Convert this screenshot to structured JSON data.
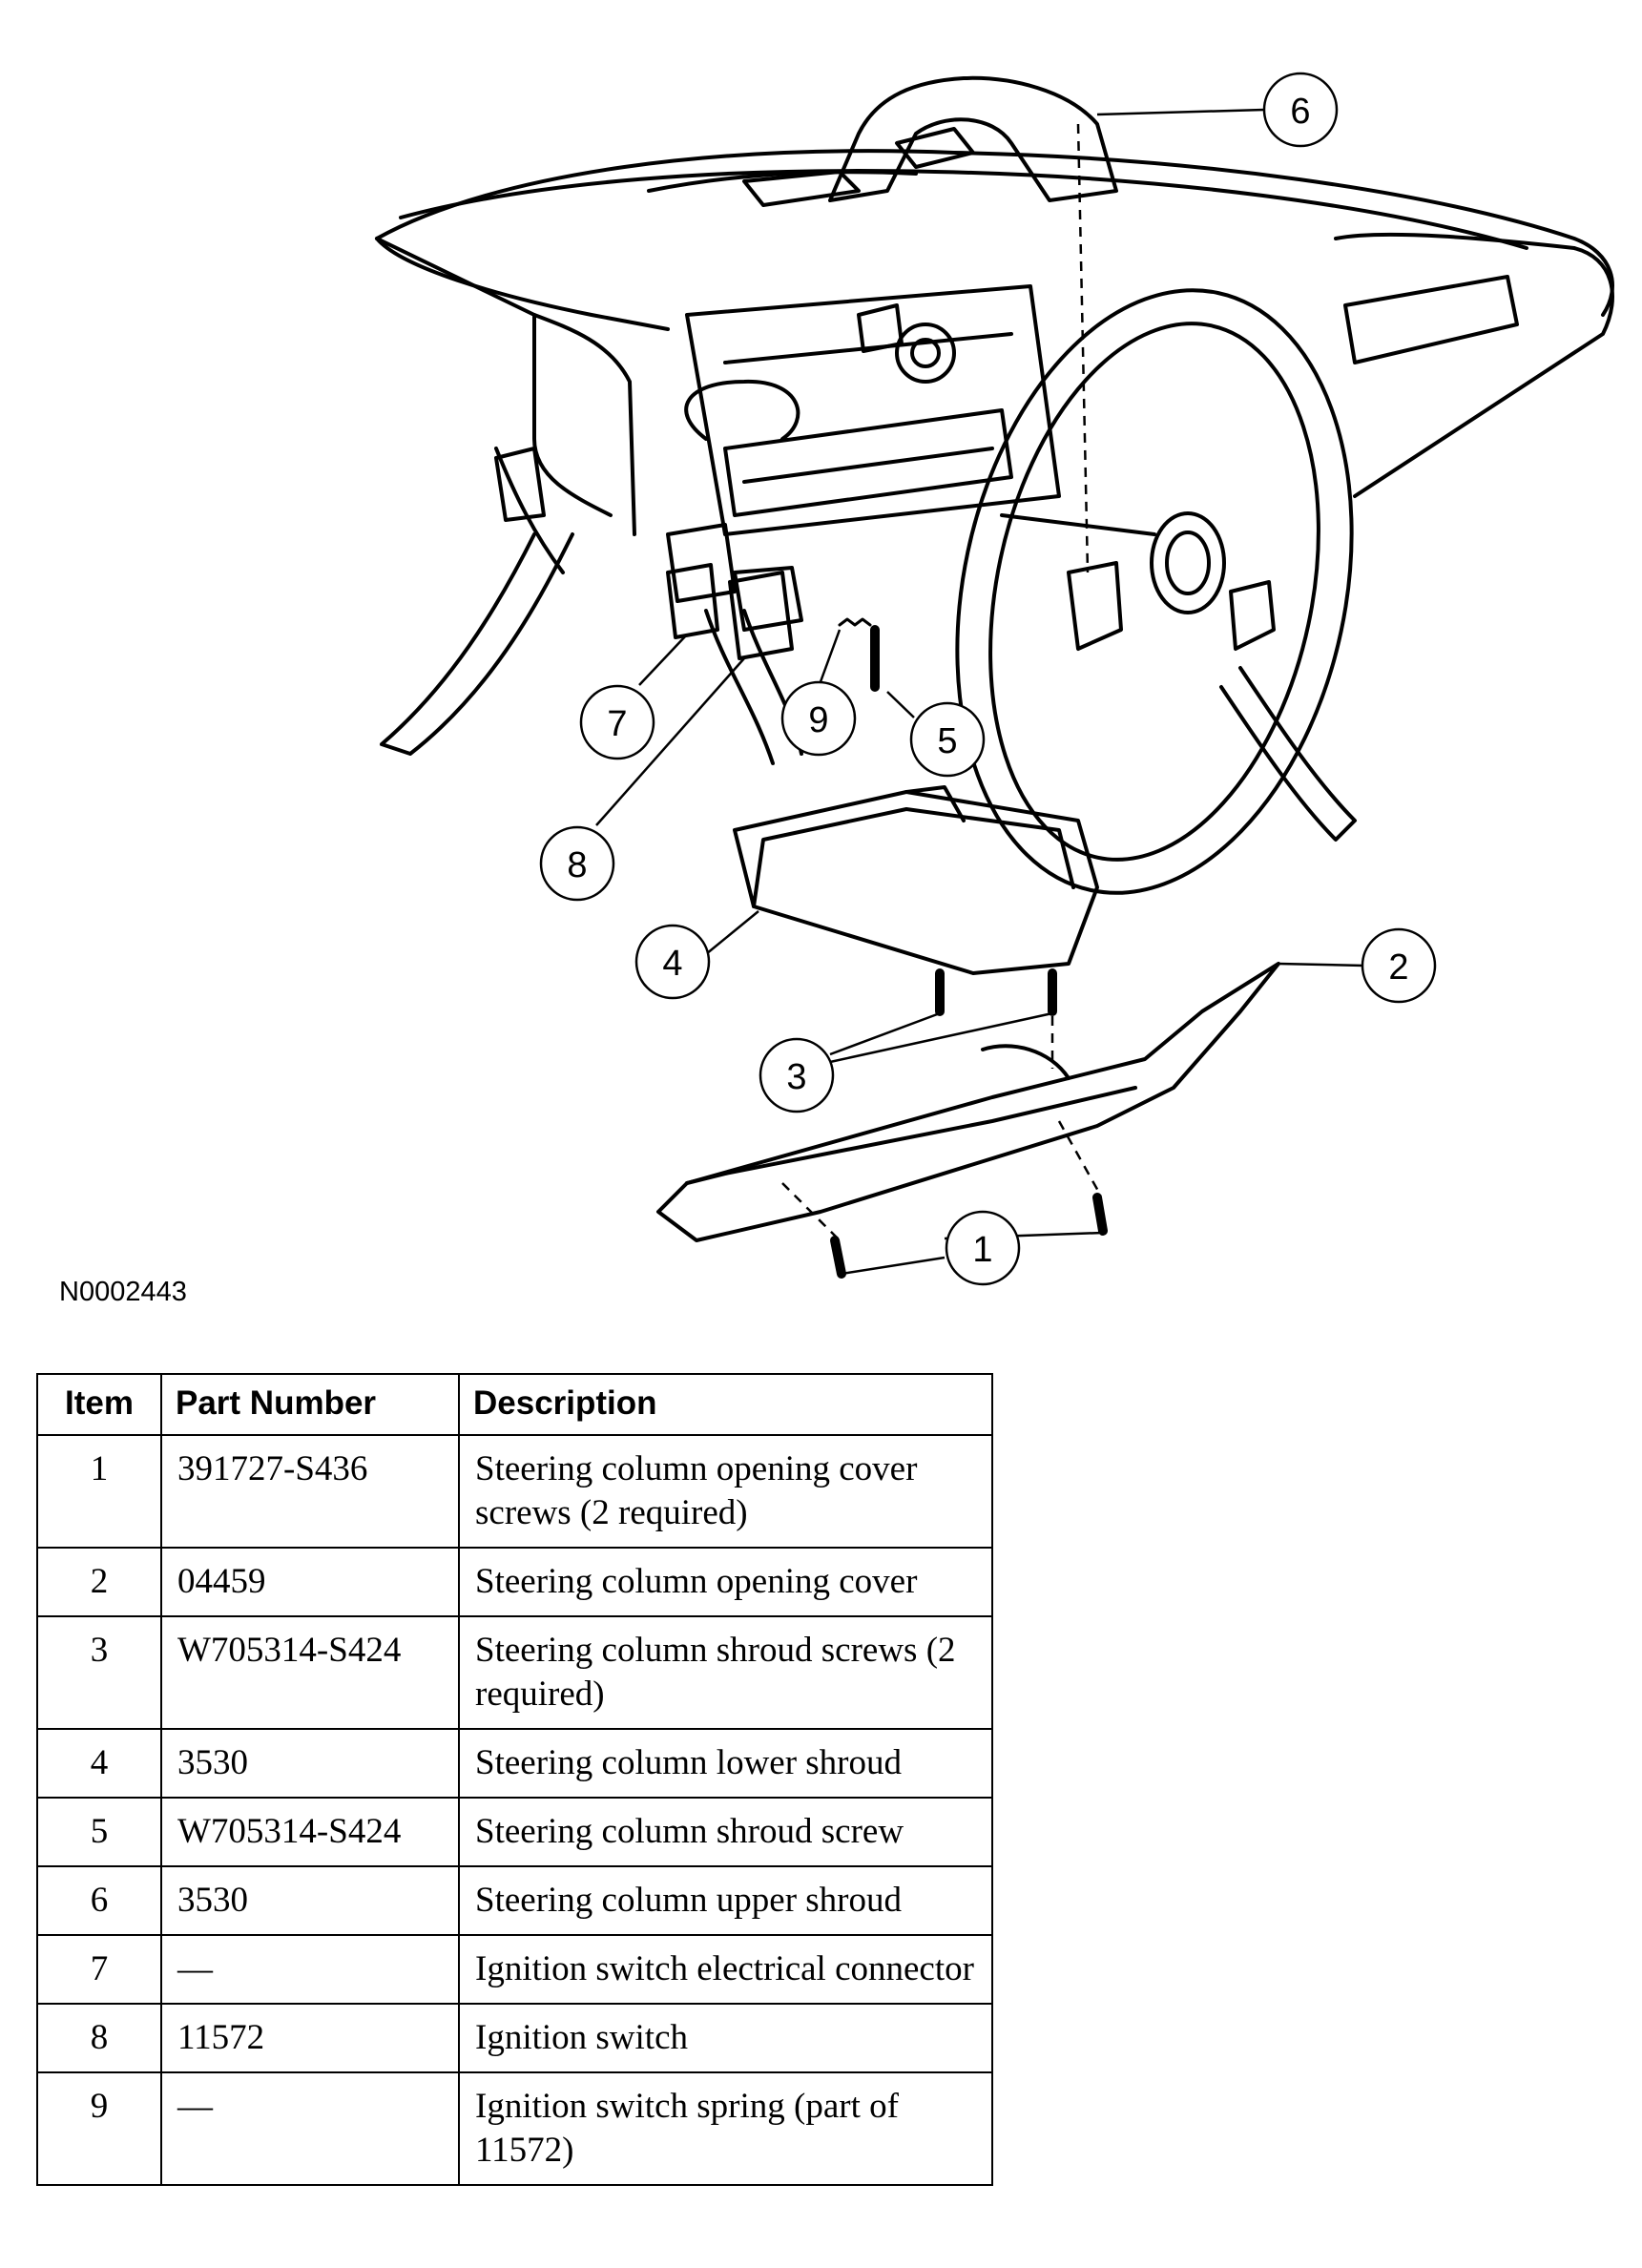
{
  "callouts": [
    "1",
    "2",
    "3",
    "4",
    "5",
    "6",
    "7",
    "8",
    "9"
  ],
  "figure_id": "N0002443",
  "table": {
    "headers": {
      "item": "Item",
      "part_number": "Part Number",
      "description": "Description"
    },
    "rows": [
      {
        "item": "1",
        "part_number": "391727-S436",
        "description": "Steering column opening cover screws (2 required)"
      },
      {
        "item": "2",
        "part_number": "04459",
        "description": "Steering column opening cover"
      },
      {
        "item": "3",
        "part_number": "W705314-S424",
        "description": "Steering column shroud screws (2 required)"
      },
      {
        "item": "4",
        "part_number": "3530",
        "description": "Steering column lower shroud"
      },
      {
        "item": "5",
        "part_number": "W705314-S424",
        "description": "Steering column shroud screw"
      },
      {
        "item": "6",
        "part_number": "3530",
        "description": "Steering column upper shroud"
      },
      {
        "item": "7",
        "part_number": "—",
        "description": "Ignition switch electrical connector"
      },
      {
        "item": "8",
        "part_number": "11572",
        "description": "Ignition switch"
      },
      {
        "item": "9",
        "part_number": "—",
        "description": "Ignition switch spring (part of 11572)"
      }
    ]
  }
}
